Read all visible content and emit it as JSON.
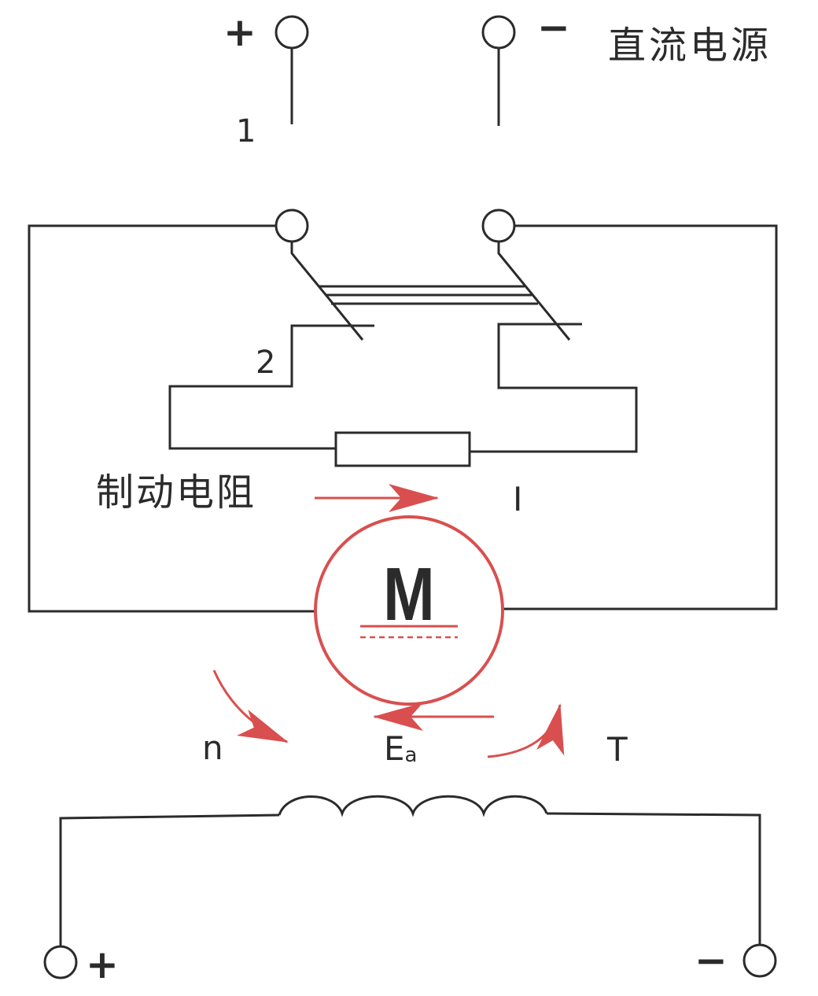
{
  "labels": {
    "dc_source": "直流电源",
    "switch_pos_1": "1",
    "switch_pos_2": "2",
    "brake_resistor": "制动电阻",
    "current": "I",
    "motor": "M",
    "speed": "n",
    "emf_main": "E",
    "emf_sub": "a",
    "torque": "T",
    "plus": "+",
    "minus": "−"
  },
  "colors": {
    "wire": "#2b2b2b",
    "arrow": "#d94f4f",
    "background": "#ffffff"
  }
}
